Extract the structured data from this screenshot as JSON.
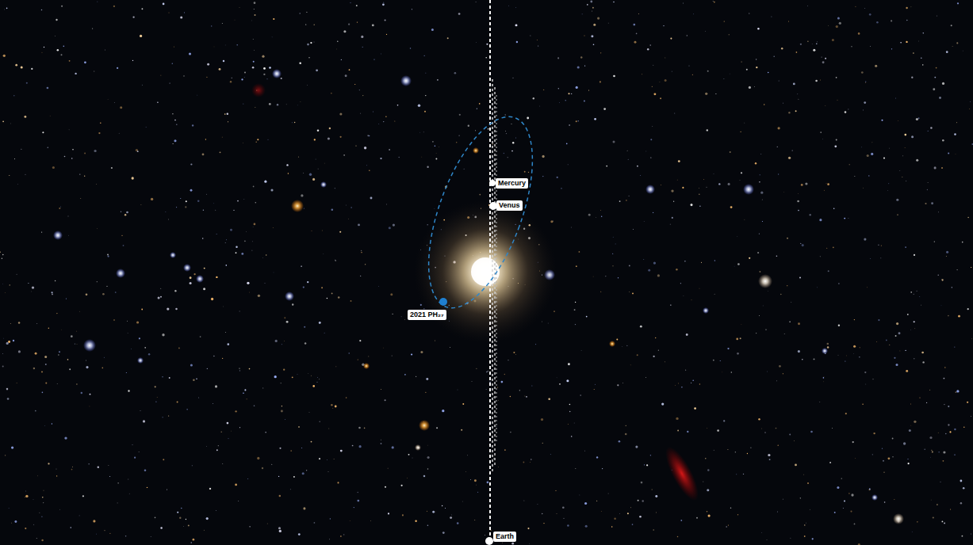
{
  "diagram": {
    "labels": [
      "Mercury",
      "Venus",
      "2021 PH₂₇",
      "Earth"
    ]
  }
}
